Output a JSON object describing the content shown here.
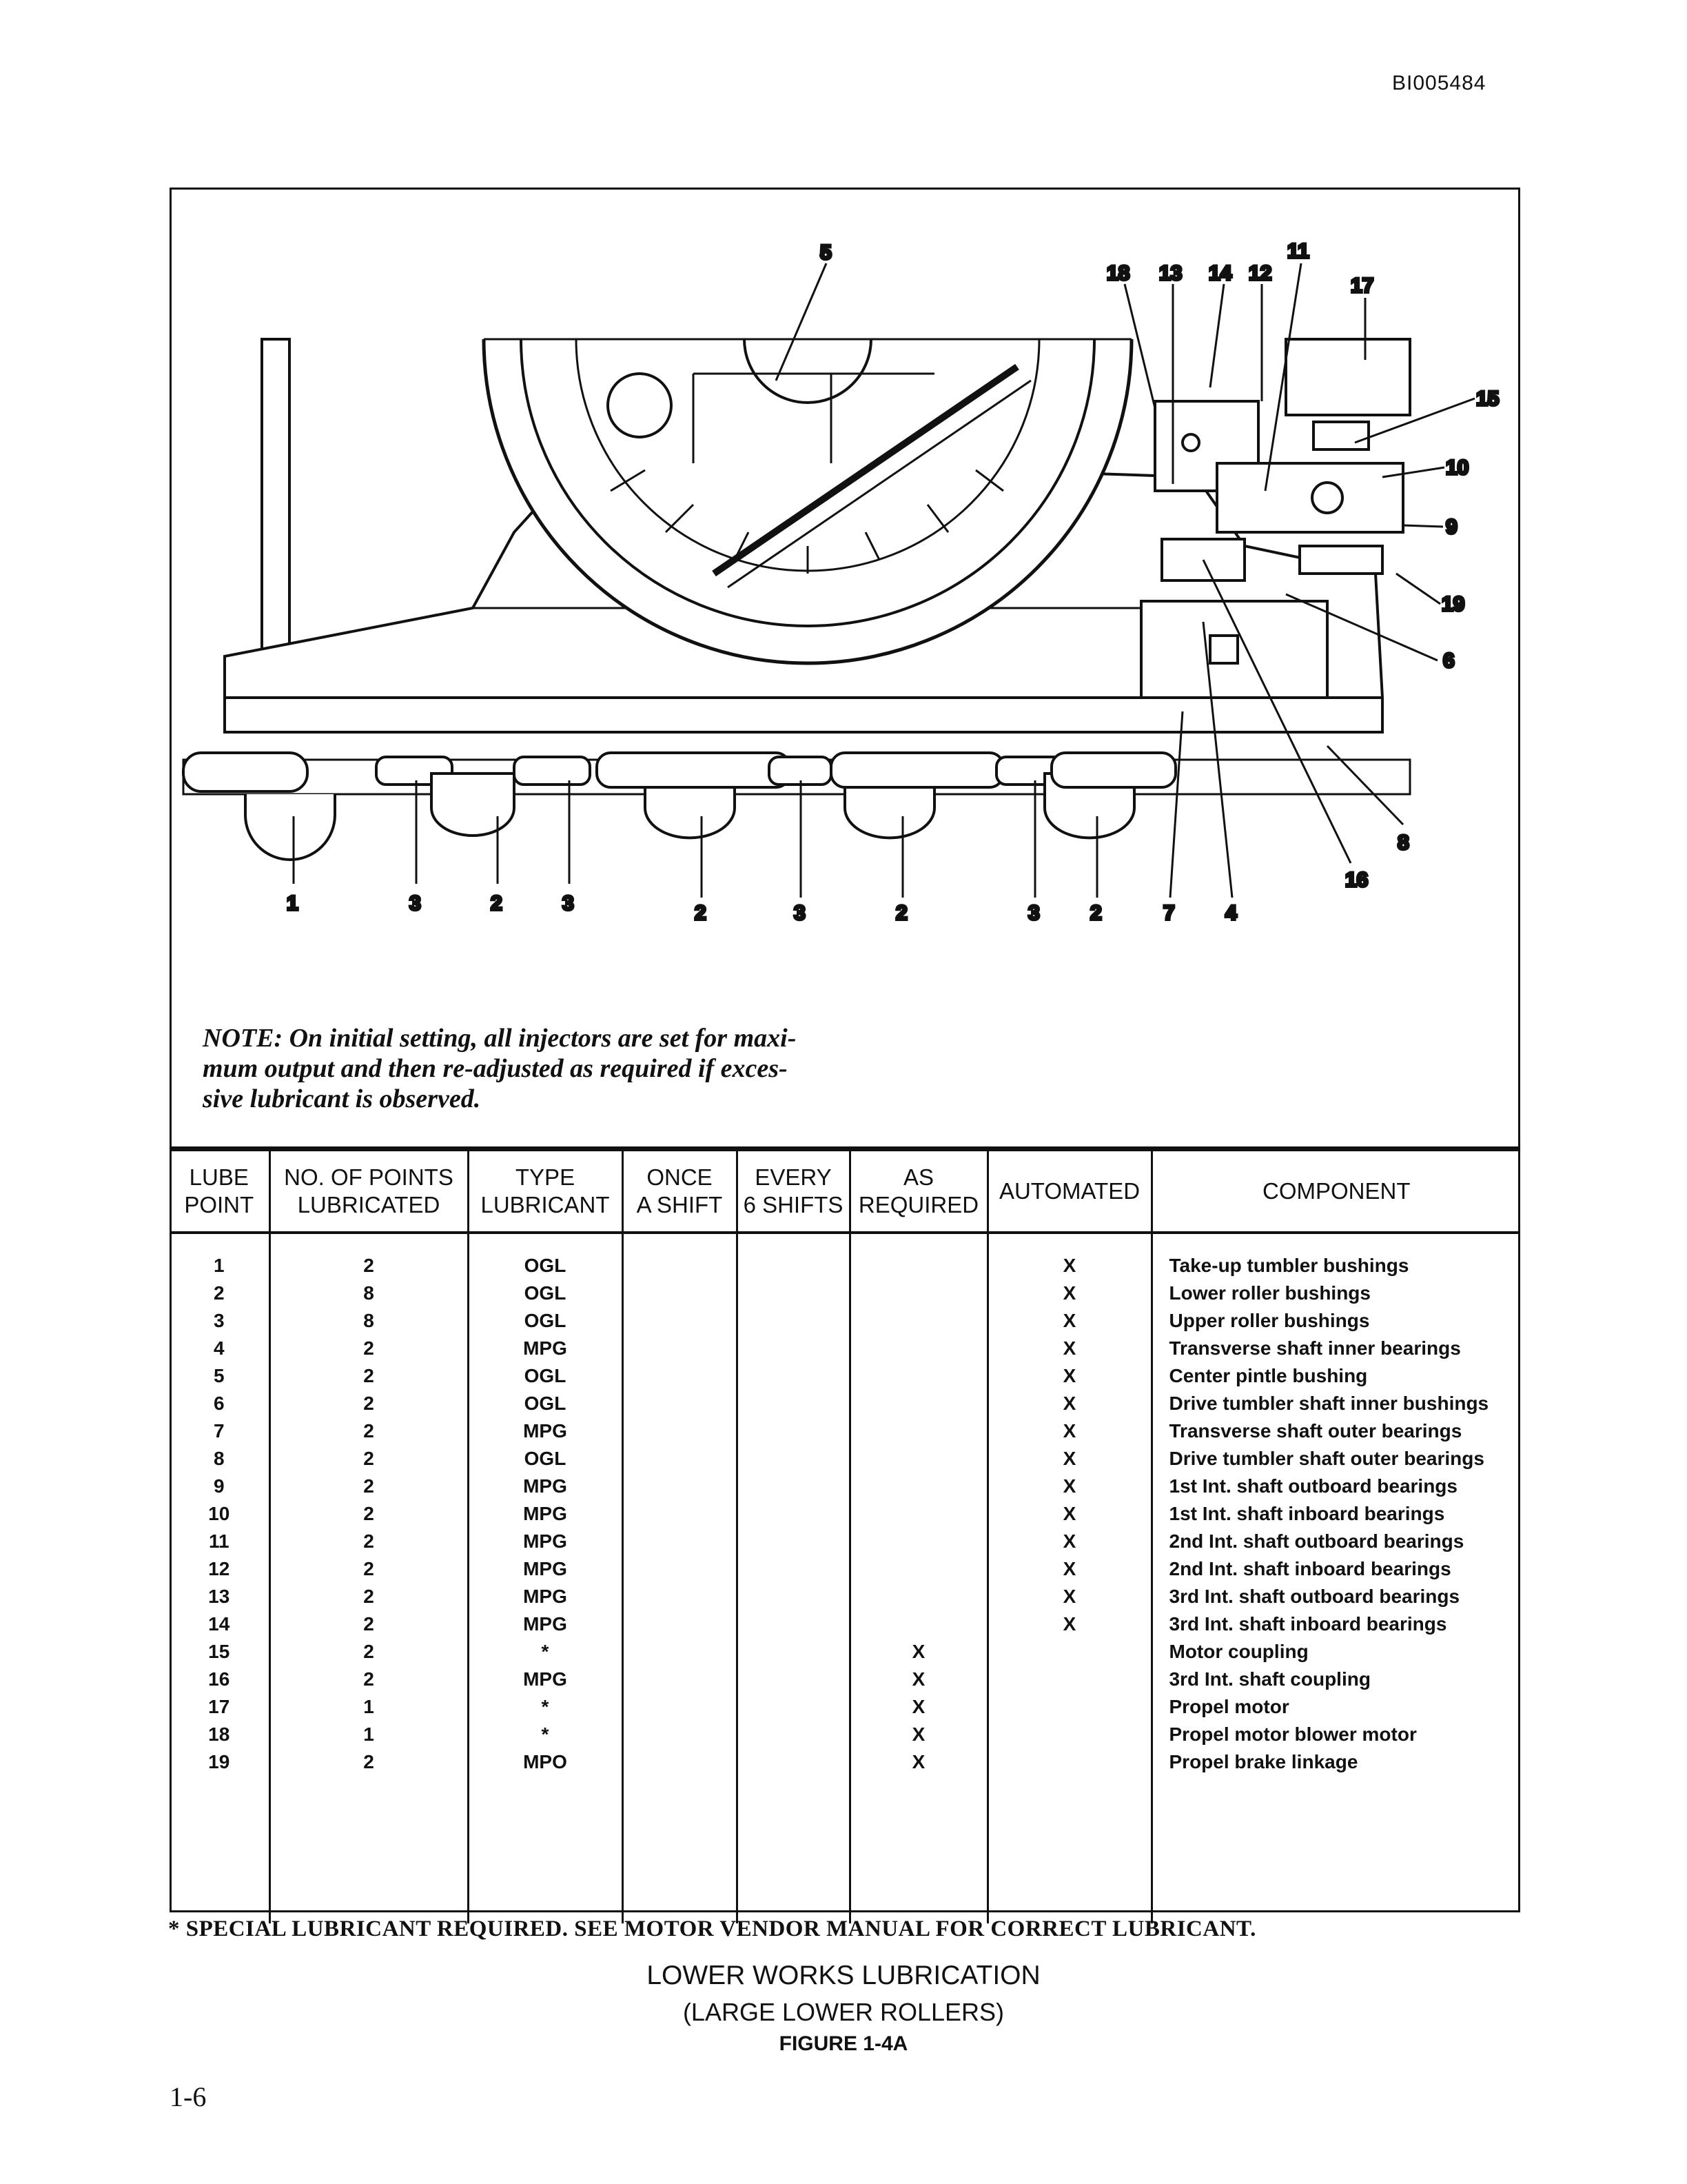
{
  "header": {
    "doc_id": "BI005484"
  },
  "figure": {
    "callouts": [
      "5",
      "18",
      "13",
      "14",
      "12",
      "11",
      "17",
      "15",
      "10",
      "9",
      "19",
      "6",
      "8",
      "16",
      "1",
      "3",
      "2",
      "3",
      "2",
      "3",
      "2",
      "3",
      "2",
      "7",
      "4"
    ],
    "note_lines": [
      "NOTE: On initial setting, all injectors are set for maxi-",
      "mum output and then re-adjusted as required if exces-",
      "sive lubricant is observed."
    ]
  },
  "table": {
    "headers": [
      [
        "LUBE",
        "POINT"
      ],
      [
        "NO. OF POINTS",
        "LUBRICATED"
      ],
      [
        "TYPE",
        "LUBRICANT"
      ],
      [
        "ONCE",
        "A SHIFT"
      ],
      [
        "EVERY",
        "6 SHIFTS"
      ],
      [
        "AS",
        "REQUIRED"
      ],
      [
        "",
        "AUTOMATED"
      ],
      [
        "",
        "COMPONENT"
      ]
    ],
    "rows": [
      [
        "1",
        "2",
        "OGL",
        "",
        "",
        "",
        "X",
        "Take-up tumbler bushings"
      ],
      [
        "2",
        "8",
        "OGL",
        "",
        "",
        "",
        "X",
        "Lower roller bushings"
      ],
      [
        "3",
        "8",
        "OGL",
        "",
        "",
        "",
        "X",
        "Upper roller bushings"
      ],
      [
        "4",
        "2",
        "MPG",
        "",
        "",
        "",
        "X",
        "Transverse shaft inner bearings"
      ],
      [
        "5",
        "2",
        "OGL",
        "",
        "",
        "",
        "X",
        "Center pintle bushing"
      ],
      [
        "6",
        "2",
        "OGL",
        "",
        "",
        "",
        "X",
        "Drive tumbler shaft inner bushings"
      ],
      [
        "7",
        "2",
        "MPG",
        "",
        "",
        "",
        "X",
        "Transverse shaft outer bearings"
      ],
      [
        "8",
        "2",
        "OGL",
        "",
        "",
        "",
        "X",
        "Drive tumbler shaft outer bearings"
      ],
      [
        "9",
        "2",
        "MPG",
        "",
        "",
        "",
        "X",
        "1st Int. shaft outboard bearings"
      ],
      [
        "10",
        "2",
        "MPG",
        "",
        "",
        "",
        "X",
        "1st Int. shaft inboard bearings"
      ],
      [
        "11",
        "2",
        "MPG",
        "",
        "",
        "",
        "X",
        "2nd Int. shaft outboard bearings"
      ],
      [
        "12",
        "2",
        "MPG",
        "",
        "",
        "",
        "X",
        "2nd Int. shaft inboard bearings"
      ],
      [
        "13",
        "2",
        "MPG",
        "",
        "",
        "",
        "X",
        "3rd Int. shaft outboard bearings"
      ],
      [
        "14",
        "2",
        "MPG",
        "",
        "",
        "",
        "X",
        "3rd Int. shaft inboard bearings"
      ],
      [
        "15",
        "2",
        "*",
        "",
        "",
        "X",
        "",
        "Motor coupling"
      ],
      [
        "16",
        "2",
        "MPG",
        "",
        "",
        "X",
        "",
        "3rd Int. shaft coupling"
      ],
      [
        "17",
        "1",
        "*",
        "",
        "",
        "X",
        "",
        "Propel motor"
      ],
      [
        "18",
        "1",
        "*",
        "",
        "",
        "X",
        "",
        "Propel motor blower motor"
      ],
      [
        "19",
        "2",
        "MPO",
        "",
        "",
        "X",
        "",
        "Propel brake linkage"
      ]
    ]
  },
  "footnote": "* SPECIAL LUBRICANT REQUIRED. SEE MOTOR VENDOR MANUAL FOR CORRECT LUBRICANT.",
  "caption": {
    "title": "LOWER WORKS LUBRICATION",
    "subtitle": "(LARGE LOWER ROLLERS)",
    "figure_label": "FIGURE 1-4A"
  },
  "page_number": "1-6"
}
